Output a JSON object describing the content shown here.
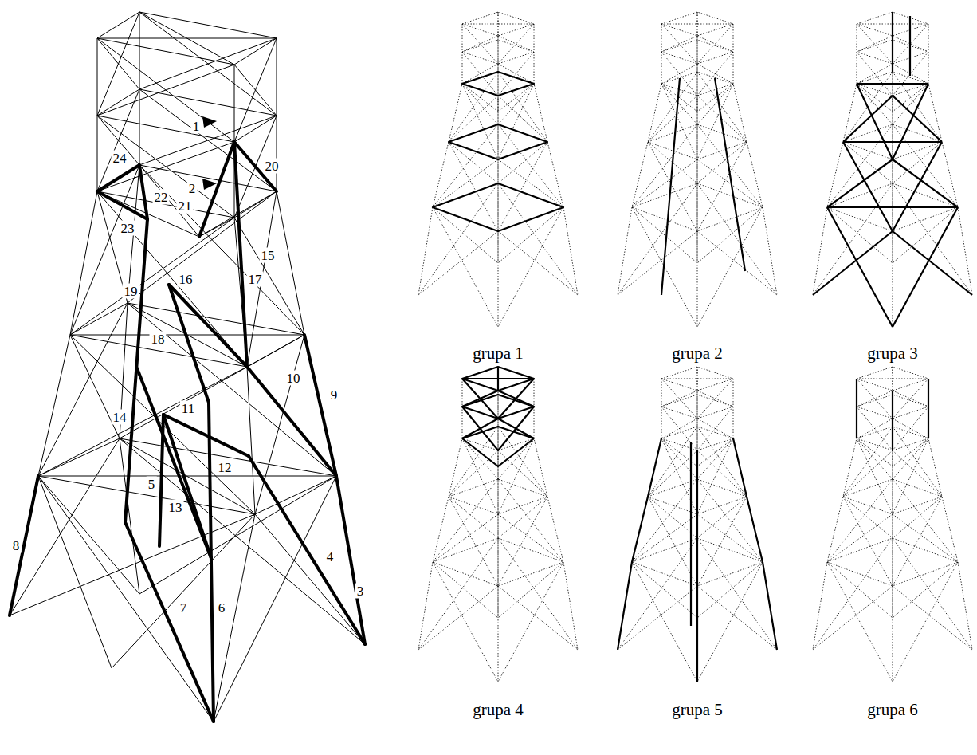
{
  "diagram": {
    "labels": [
      "1",
      "2",
      "3",
      "4",
      "5",
      "6",
      "7",
      "8",
      "9",
      "10",
      "11",
      "12",
      "13",
      "14",
      "15",
      "16",
      "17",
      "18",
      "19",
      "20",
      "21",
      "22",
      "23",
      "24",
      "grupa 1",
      "grupa 2",
      "grupa 3",
      "grupa 4",
      "grupa 5",
      "grupa 6"
    ]
  }
}
